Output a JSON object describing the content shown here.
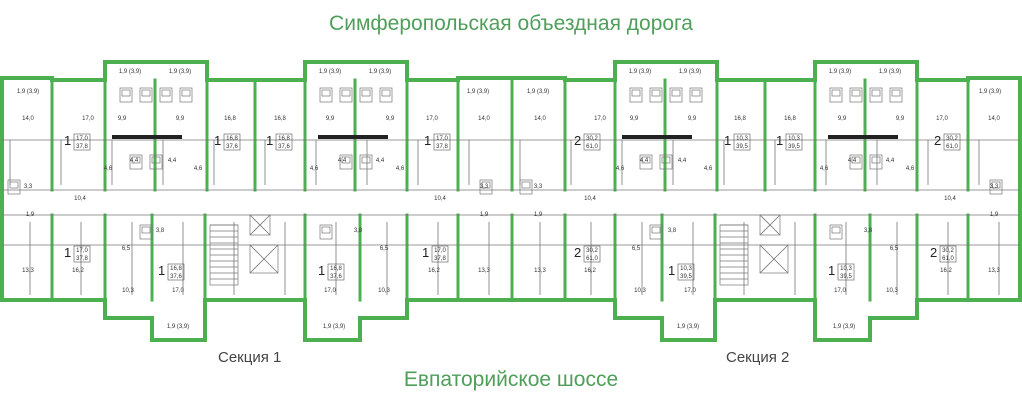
{
  "top_road": "Симферопольская объездная дорога",
  "bottom_road": "Евпаторийское шоссе",
  "section_1_label": "Секция 1",
  "section_2_label": "Секция 2",
  "colors": {
    "wall": "#4caf50",
    "text": "#333333",
    "road_text": "#4f9e5a"
  },
  "units": [
    {
      "rooms": "1",
      "area_living": "17,0",
      "area_total": "37,8"
    },
    {
      "rooms": "1",
      "area_living": "16,8",
      "area_total": "37,6"
    },
    {
      "rooms": "1",
      "area_living": "16,8",
      "area_total": "37,6"
    },
    {
      "rooms": "1",
      "area_living": "17,0",
      "area_total": "37,8"
    },
    {
      "rooms": "2",
      "area_living": "30,2",
      "area_total": "61,0"
    },
    {
      "rooms": "1",
      "area_living": "10,3",
      "area_total": "39,5"
    },
    {
      "rooms": "1",
      "area_living": "10,3",
      "area_total": "39,5"
    },
    {
      "rooms": "2",
      "area_living": "30,2",
      "area_total": "61,0"
    },
    {
      "rooms": "1",
      "area_living": "17,0",
      "area_total": "37,8"
    },
    {
      "rooms": "1",
      "area_living": "16,8",
      "area_total": "37,6"
    },
    {
      "rooms": "1",
      "area_living": "16,8",
      "area_total": "37,6"
    },
    {
      "rooms": "1",
      "area_living": "17,0",
      "area_total": "37,8"
    },
    {
      "rooms": "2",
      "area_living": "30,2",
      "area_total": "61,0"
    },
    {
      "rooms": "1",
      "area_living": "10,3",
      "area_total": "39,5"
    },
    {
      "rooms": "1",
      "area_living": "10,3",
      "area_total": "39,5"
    },
    {
      "rooms": "2",
      "area_living": "30,2",
      "area_total": "61,0"
    }
  ],
  "room_labels": [
    "1,9 (3,9)",
    "1,9 (3,9)",
    "1,9 (3,9)",
    "1,9 (3,9)",
    "1,9 (3,9)",
    "1,9 (3,9)",
    "1,9 (3,9)",
    "1,9 (3,9)",
    "1,9 (3,9)",
    "1,9 (3,9)",
    "1,9 (3,9)",
    "1,9 (3,9)",
    "14,0",
    "17,0",
    "9,9",
    "9,9",
    "16,8",
    "16,8",
    "9,9",
    "9,9",
    "17,0",
    "14,0",
    "14,0",
    "17,0",
    "9,9",
    "9,9",
    "16,8",
    "16,8",
    "9,9",
    "9,9",
    "17,0",
    "14,0",
    "4,4",
    "4,4",
    "4,4",
    "4,4",
    "4,4",
    "4,4",
    "4,4",
    "4,4",
    "4,6",
    "4,6",
    "4,6",
    "4,6",
    "4,6",
    "4,6",
    "4,6",
    "4,6",
    "3,3",
    "3,3",
    "3,3",
    "3,3",
    "1,9",
    "1,9",
    "1,9",
    "1,9",
    "10,4",
    "10,4",
    "10,4",
    "10,4",
    "3,8",
    "3,8",
    "3,8",
    "3,8",
    "6,5",
    "6,5",
    "6,5",
    "6,5",
    "13,3",
    "16,2",
    "10,3",
    "17,0",
    "17,0",
    "10,3",
    "16,2",
    "13,3",
    "13,3",
    "16,2",
    "10,3",
    "17,0",
    "17,0",
    "10,3",
    "16,2",
    "13,3",
    "1,9 (3,9)",
    "1,9 (3,9)",
    "1,9 (3,9)",
    "1,9 (3,9)"
  ]
}
